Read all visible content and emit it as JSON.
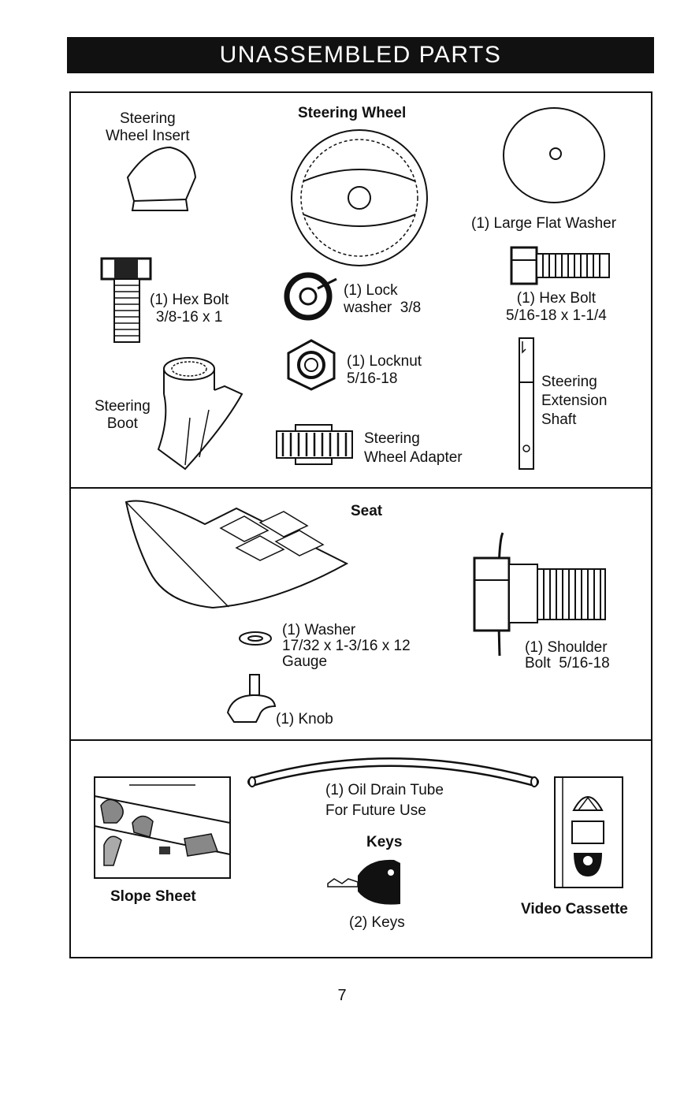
{
  "title": "UNASSEMBLED PARTS",
  "panel1": {
    "steering_wheel_insert": "Steering\nWheel Insert",
    "steering_wheel": "Steering Wheel",
    "large_flat_washer": "(1) Large Flat Washer",
    "hex_bolt_1": "(1) Hex Bolt\n3/8-16 x 1",
    "lock_washer": "(1) Lock\nwasher  3/8",
    "hex_bolt_2": "(1) Hex Bolt\n5/16-18 x 1-1/4",
    "locknut": "(1) Locknut\n5/16-18",
    "steering_boot": "Steering\nBoot",
    "steering_extension_shaft": "Steering\nExtension\nShaft",
    "steering_wheel_adapter": "Steering\nWheel Adapter"
  },
  "panel2": {
    "seat": "Seat",
    "washer": "(1) Washer\n17/32 x 1-3/16 x 12\nGauge",
    "shoulder_bolt": "(1) Shoulder\nBolt  5/16-18",
    "knob": "(1) Knob"
  },
  "panel3": {
    "slope_sheet": "Slope Sheet",
    "oil_drain_tube": "(1) Oil Drain Tube\nFor Future Use",
    "keys_heading": "Keys",
    "keys": "(2) Keys",
    "video_cassette": "Video Cassette"
  },
  "page_number": "7"
}
